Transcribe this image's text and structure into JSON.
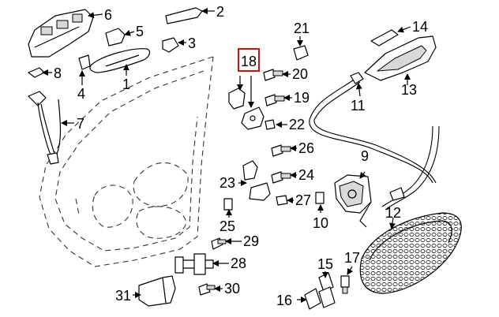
{
  "highlighted_callout": "18",
  "callouts": [
    {
      "id": "c1",
      "label": "1"
    },
    {
      "id": "c2",
      "label": "2"
    },
    {
      "id": "c3",
      "label": "3"
    },
    {
      "id": "c4",
      "label": "4"
    },
    {
      "id": "c5",
      "label": "5"
    },
    {
      "id": "c6",
      "label": "6"
    },
    {
      "id": "c7",
      "label": "7"
    },
    {
      "id": "c8",
      "label": "8"
    },
    {
      "id": "c9",
      "label": "9"
    },
    {
      "id": "c10",
      "label": "10"
    },
    {
      "id": "c11",
      "label": "11"
    },
    {
      "id": "c12",
      "label": "12"
    },
    {
      "id": "c13",
      "label": "13"
    },
    {
      "id": "c14",
      "label": "14"
    },
    {
      "id": "c15",
      "label": "15"
    },
    {
      "id": "c16",
      "label": "16"
    },
    {
      "id": "c17",
      "label": "17"
    },
    {
      "id": "c18",
      "label": "18"
    },
    {
      "id": "c19",
      "label": "19"
    },
    {
      "id": "c20",
      "label": "20"
    },
    {
      "id": "c21",
      "label": "21"
    },
    {
      "id": "c22",
      "label": "22"
    },
    {
      "id": "c23",
      "label": "23"
    },
    {
      "id": "c24",
      "label": "24"
    },
    {
      "id": "c25",
      "label": "25"
    },
    {
      "id": "c26",
      "label": "26"
    },
    {
      "id": "c27",
      "label": "27"
    },
    {
      "id": "c28",
      "label": "28"
    },
    {
      "id": "c29",
      "label": "29"
    },
    {
      "id": "c30",
      "label": "30"
    },
    {
      "id": "c31",
      "label": "31"
    }
  ],
  "colors": {
    "highlight": "#d01010",
    "ink": "#000000",
    "part_shade": "#d8d8d8"
  }
}
